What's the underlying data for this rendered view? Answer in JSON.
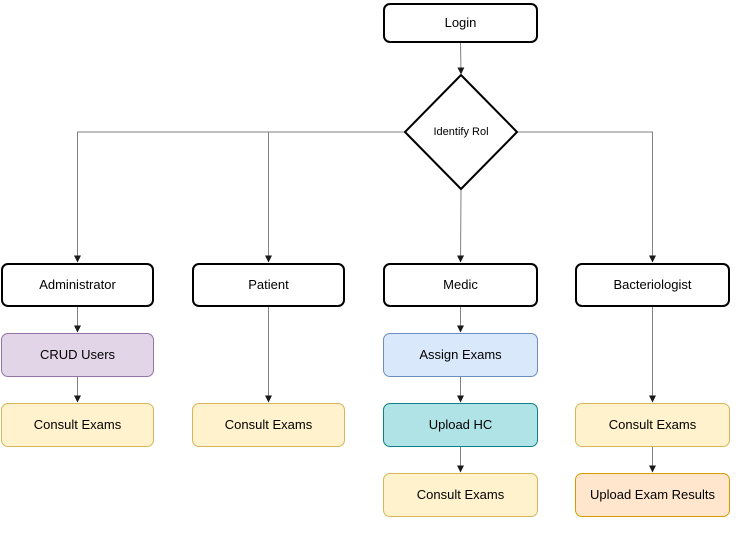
{
  "diagram": {
    "nodes": [
      {
        "id": "login",
        "label": "Login",
        "shape": "rounded-box",
        "style": "white"
      },
      {
        "id": "identify-rol",
        "label": "Identify Rol",
        "shape": "diamond",
        "style": "white"
      },
      {
        "id": "administrator",
        "label": "Administrator",
        "shape": "rounded-box",
        "style": "white"
      },
      {
        "id": "patient",
        "label": "Patient",
        "shape": "rounded-box",
        "style": "white"
      },
      {
        "id": "medic",
        "label": "Medic",
        "shape": "rounded-box",
        "style": "white"
      },
      {
        "id": "bacteriologist",
        "label": "Bacteriologist",
        "shape": "rounded-box",
        "style": "white"
      },
      {
        "id": "crud-users",
        "label": "CRUD Users",
        "shape": "rounded-box",
        "style": "purple"
      },
      {
        "id": "assign-exams",
        "label": "Assign Exams",
        "shape": "rounded-box",
        "style": "blue"
      },
      {
        "id": "consult-exams-admin",
        "label": "Consult Exams",
        "shape": "rounded-box",
        "style": "yellow"
      },
      {
        "id": "consult-exams-patient",
        "label": "Consult Exams",
        "shape": "rounded-box",
        "style": "yellow"
      },
      {
        "id": "upload-hc",
        "label": "Upload HC",
        "shape": "rounded-box",
        "style": "teal"
      },
      {
        "id": "consult-exams-bact",
        "label": "Consult Exams",
        "shape": "rounded-box",
        "style": "yellow"
      },
      {
        "id": "consult-exams-medic",
        "label": "Consult Exams",
        "shape": "rounded-box",
        "style": "yellow"
      },
      {
        "id": "upload-exam-results",
        "label": "Upload Exam Results",
        "shape": "rounded-box",
        "style": "orange"
      }
    ],
    "edges": [
      {
        "from": "login",
        "to": "identify-rol"
      },
      {
        "from": "identify-rol",
        "to": "administrator"
      },
      {
        "from": "identify-rol",
        "to": "patient"
      },
      {
        "from": "identify-rol",
        "to": "medic"
      },
      {
        "from": "identify-rol",
        "to": "bacteriologist"
      },
      {
        "from": "administrator",
        "to": "crud-users"
      },
      {
        "from": "crud-users",
        "to": "consult-exams-admin"
      },
      {
        "from": "patient",
        "to": "consult-exams-patient"
      },
      {
        "from": "medic",
        "to": "assign-exams"
      },
      {
        "from": "assign-exams",
        "to": "upload-hc"
      },
      {
        "from": "upload-hc",
        "to": "consult-exams-medic"
      },
      {
        "from": "bacteriologist",
        "to": "consult-exams-bact"
      },
      {
        "from": "consult-exams-bact",
        "to": "upload-exam-results"
      }
    ],
    "palette": {
      "white": {
        "fill": "#ffffff",
        "stroke": "#000000"
      },
      "purple": {
        "fill": "#e1d5e7",
        "stroke": "#9673a6"
      },
      "blue": {
        "fill": "#dae8fc",
        "stroke": "#6c8ebf"
      },
      "teal": {
        "fill": "#b0e3e6",
        "stroke": "#0e8088"
      },
      "yellow": {
        "fill": "#fff2cc",
        "stroke": "#d6b656"
      },
      "orange": {
        "fill": "#ffe6cc",
        "stroke": "#d79b00"
      },
      "connector": "#808080",
      "arrowhead": "#1a1a1a",
      "text": "#000000"
    }
  }
}
